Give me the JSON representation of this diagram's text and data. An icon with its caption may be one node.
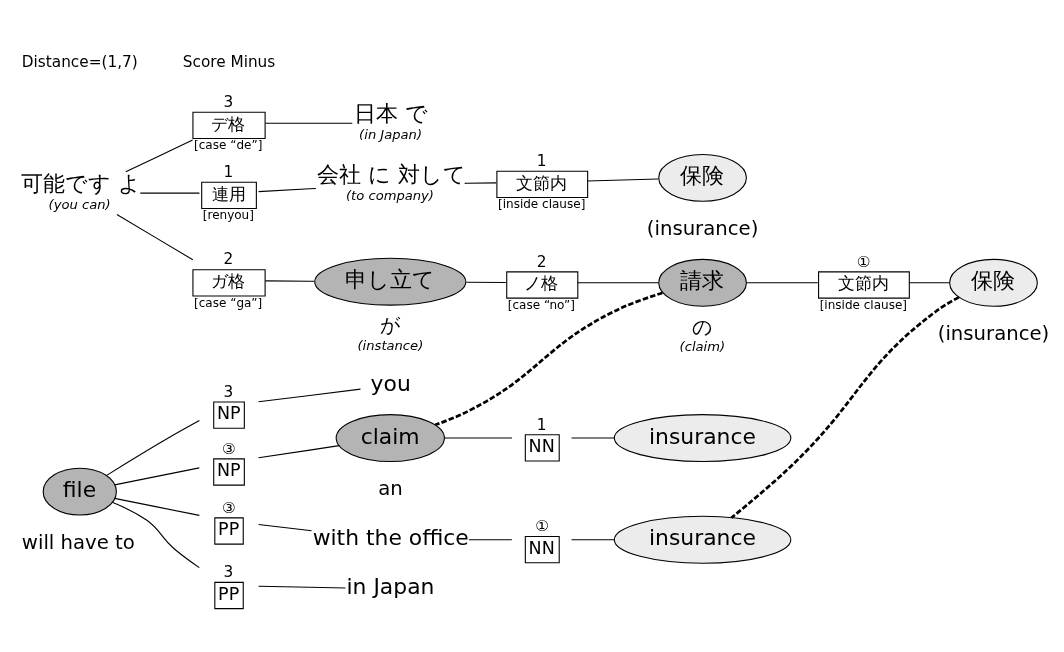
{
  "diagram": {
    "nodes": [
      {
        "text": [
          "デ格"
        ],
        "beside": [
          "3",
          "[case “de”]"
        ]
      },
      {
        "text": [
          "日本 で"
        ],
        "beside": [
          "(in Japan)"
        ]
      },
      {
        "text": [
          "文節内"
        ],
        "beside": [
          "1",
          "[inside clause]"
        ]
      },
      {
        "text": [
          "保険"
        ],
        "beside": [
          "(insurance)"
        ]
      },
      {
        "text": [
          "連用"
        ],
        "beside": [
          "1",
          "[renyou]"
        ]
      },
      {
        "text": [
          "会社 に 対して"
        ],
        "beside": [
          "(to company)"
        ]
      },
      {
        "text": [
          "文節内"
        ],
        "beside": [
          "①",
          "[inside clause]"
        ]
      },
      {
        "text": [
          "保険"
        ],
        "beside": [
          "(insurance)"
        ]
      },
      {
        "text": [
          "ノ格"
        ],
        "beside": [
          "2",
          "[case “no”]"
        ]
      },
      {
        "text": [
          "請求"
        ],
        "beside": [
          "の",
          "(claim)"
        ]
      },
      {
        "text": [
          "ガ格"
        ],
        "beside": [
          "2",
          "[case “ga”]"
        ]
      },
      {
        "text": [
          "申し立て"
        ],
        "beside": [
          "が",
          "(instance)"
        ]
      },
      {
        "text": [
          "可能です よ"
        ],
        "beside": [
          "(you can)"
        ]
      },
      {
        "text": [
          "NP"
        ],
        "beside": [
          "3"
        ]
      },
      {
        "text": [
          "you"
        ]
      },
      {
        "text": [
          "file"
        ],
        "beside": [
          "will have to"
        ]
      },
      {
        "text": [
          "NN"
        ],
        "beside": [
          "1"
        ]
      },
      {
        "text": [
          "insurance"
        ]
      },
      {
        "text": [
          "NP"
        ],
        "beside": [
          "③"
        ]
      },
      {
        "text": [
          "claim"
        ],
        "beside": [
          "an"
        ]
      },
      {
        "text": [
          "NN"
        ],
        "beside": [
          "①"
        ]
      },
      {
        "text": [
          "insurance"
        ]
      },
      {
        "text": [
          "PP"
        ],
        "beside": [
          "③"
        ]
      },
      {
        "text": [
          "with the office"
        ]
      },
      {
        "text": [
          "PP"
        ],
        "beside": [
          "3"
        ]
      },
      {
        "text": [
          "in Japan"
        ]
      }
    ],
    "edges": [
      {
        "from": 12,
        "to": 0,
        "arrow": "none"
      },
      {
        "from": 0,
        "to": 1,
        "arrow": "none"
      },
      {
        "from": 12,
        "to": 4,
        "arrow": "none"
      },
      {
        "from": 4,
        "to": 5,
        "arrow": "none"
      },
      {
        "from": 5,
        "to": 2,
        "arrow": "none"
      },
      {
        "from": 2,
        "to": 3,
        "arrow": "none"
      },
      {
        "from": 12,
        "to": 10,
        "arrow": "none"
      },
      {
        "from": 10,
        "to": 11,
        "arrow": "none"
      },
      {
        "from": 11,
        "to": 8,
        "arrow": "none"
      },
      {
        "from": 8,
        "to": 9,
        "arrow": "none"
      },
      {
        "from": 9,
        "to": 6,
        "arrow": "none"
      },
      {
        "from": 6,
        "to": 7,
        "arrow": "none"
      },
      {
        "from": 15,
        "to": 13,
        "arrow": "none"
      },
      {
        "from": 13,
        "to": 14,
        "arrow": "none"
      },
      {
        "from": 15,
        "to": 18,
        "arrow": "none"
      },
      {
        "from": 18,
        "to": 19,
        "arrow": "none"
      },
      {
        "from": 19,
        "to": 16,
        "arrow": "none"
      },
      {
        "from": 16,
        "to": 17,
        "arrow": "none"
      },
      {
        "from": 15,
        "to": 22,
        "arrow": "none"
      },
      {
        "from": 22,
        "to": 23,
        "arrow": "none"
      },
      {
        "from": 23,
        "to": 20,
        "arrow": "none"
      },
      {
        "from": 20,
        "to": 21,
        "arrow": "none"
      },
      {
        "from": 15,
        "to": 24,
        "arrow": "none"
      },
      {
        "from": 24,
        "to": 25,
        "arrow": "none"
      },
      {
        "from": 7,
        "to": 21,
        "arrow": "none",
        "style": "dashed"
      },
      {
        "from": 9,
        "to": 19,
        "arrow": "none",
        "style": "dashed"
      }
    ],
    "labels": [
      "Distance=(1,7)",
      "Score Minus"
    ]
  }
}
